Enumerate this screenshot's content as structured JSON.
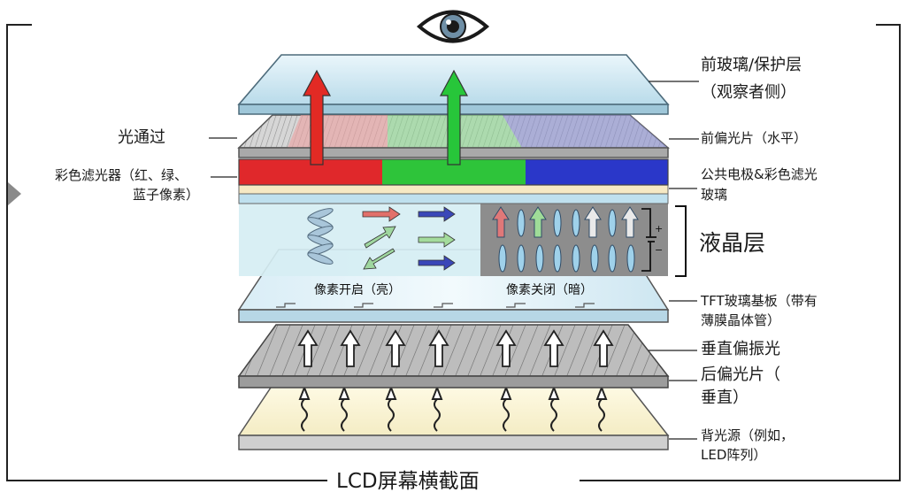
{
  "labels": {
    "front_glass": "前玻璃/保护层",
    "front_glass_note": "（观察者侧）",
    "light_passes": "光通过",
    "front_polarizer": "前偏光片（水平）",
    "color_filter_left_1": "彩色滤光器（红、绿、",
    "color_filter_left_2": "蓝子像素）",
    "common_electrode_1": "公共电极&彩色滤光",
    "common_electrode_2": "玻璃",
    "liquid_crystal": "液晶层",
    "pixel_on": "像素开启（亮）",
    "pixel_off": "像素关闭（暗）",
    "tft_glass_1": "TFT玻璃基板（带有",
    "tft_glass_2": "薄膜晶体管）",
    "vertical_polarized": "垂直偏振光",
    "rear_polarizer_1": "后偏光片（",
    "rear_polarizer_2": "垂直）",
    "backlight_1": "背光源（例如，",
    "backlight_2": "LED阵列）",
    "caption": "LCD屏幕横截面",
    "battery_plus": "+",
    "battery_minus": "−"
  },
  "colors": {
    "red": "#e0282b",
    "green": "#2ec43a",
    "blue": "#2a37c9",
    "glass": "#cfe7f3",
    "lc_bg": "#d7eef3",
    "lc_dark": "#8a8a8a",
    "backlight": "#fbf7dc"
  },
  "icons": [
    "eye-icon",
    "play-icon"
  ]
}
